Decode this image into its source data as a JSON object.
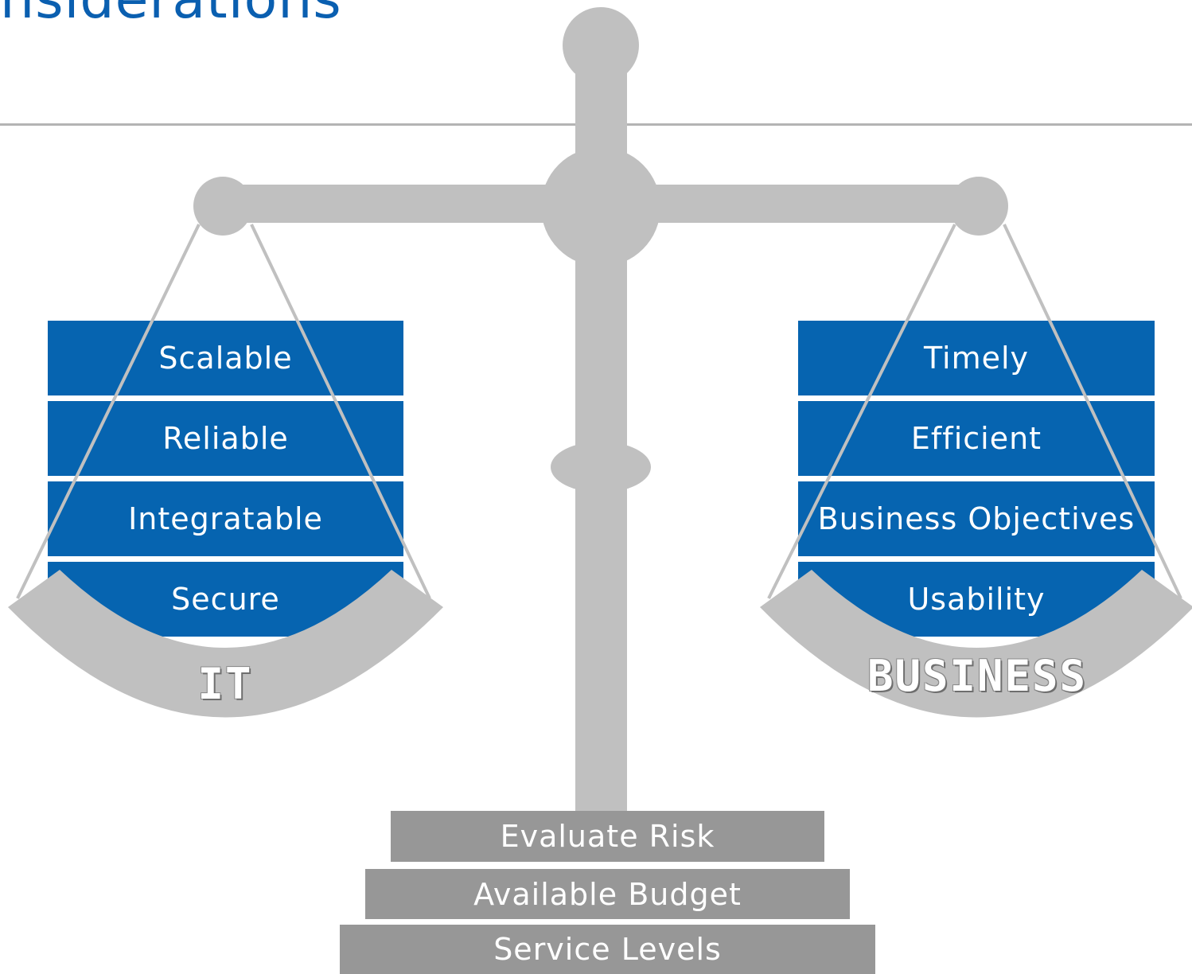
{
  "title": "nsiderations",
  "left_pan": {
    "label": "IT",
    "items": [
      "Scalable",
      "Reliable",
      "Integratable",
      "Secure"
    ]
  },
  "right_pan": {
    "label": "BUSINESS",
    "items": [
      "Timely",
      "Efficient",
      "Business Objectives",
      "Usability"
    ]
  },
  "base_steps": [
    "Evaluate Risk",
    "Available Budget",
    "Service Levels"
  ],
  "colors": {
    "title": "#0a5fb0",
    "block": "#0664b0",
    "scale": "#c0c0c0",
    "steps": "#979797"
  }
}
